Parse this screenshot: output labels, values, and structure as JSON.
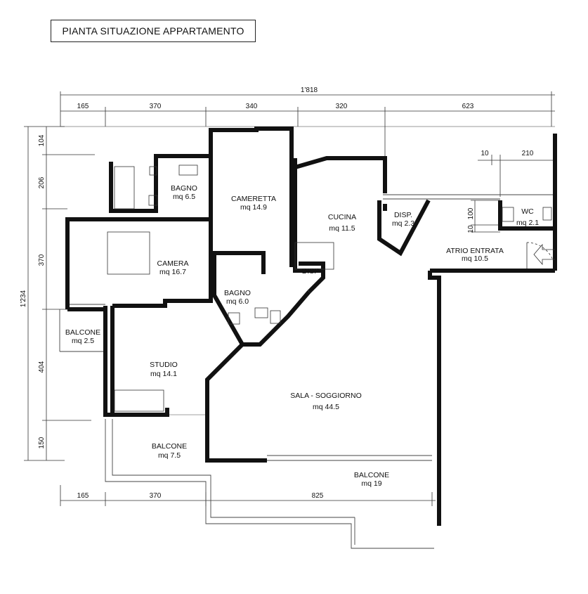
{
  "title": "PIANTA SITUAZIONE APPARTAMENTO",
  "rooms": {
    "bagno1": {
      "name": "BAGNO",
      "area": "mq 6.5"
    },
    "cameretta": {
      "name": "CAMERETTA",
      "area": "mq 14.9"
    },
    "cucina": {
      "name": "CUCINA",
      "area": "mq 11.5"
    },
    "disp1": {
      "name": "DISP.",
      "area": "mq 2.3"
    },
    "wc": {
      "name": "WC",
      "area": "mq 2.1"
    },
    "atrio": {
      "name": "ATRIO ENTRATA",
      "area": "mq 10.5"
    },
    "camera": {
      "name": "CAMERA",
      "area": "mq 16.7"
    },
    "disp2": {
      "name": "DISP"
    },
    "bagno2": {
      "name": "BAGNO",
      "area": "mq 6.0"
    },
    "balcone1": {
      "name": "BALCONE",
      "area": "mq 2.5"
    },
    "studio": {
      "name": "STUDIO",
      "area": "mq 14.1"
    },
    "sala": {
      "name": "SALA - SOGGIORNO",
      "area": "mq 44.5"
    },
    "balcone2": {
      "name": "BALCONE",
      "area": "mq 7.5"
    },
    "balcone3": {
      "name": "BALCONE",
      "area": "mq  19"
    }
  },
  "dimensions": {
    "top_total": "1'818",
    "top": [
      "165",
      "370",
      "340",
      "320",
      "623"
    ],
    "wc_a": "10",
    "wc_b": "210",
    "wc_v1": "100",
    "wc_v2": "10",
    "left": [
      "104",
      "206",
      "370",
      "404",
      "150"
    ],
    "left_total": "1'234",
    "bottom": [
      "165",
      "370",
      "825"
    ]
  }
}
